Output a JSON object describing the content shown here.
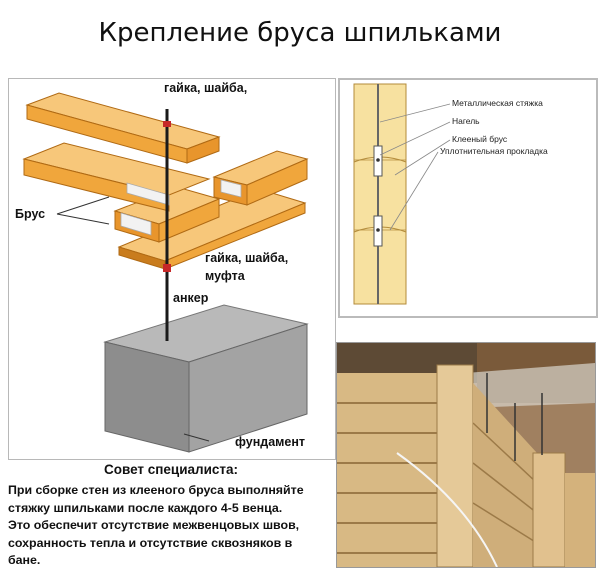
{
  "title": "Крепление бруса шпильками",
  "left_diagram": {
    "label_top": "гайка, шайба,",
    "label_beam": "Брус",
    "label_mid_1": "гайка, шайба,",
    "label_mid_2": "муфта",
    "label_anchor": "анкер",
    "label_foundation": "фундамент"
  },
  "right_diagram": {
    "labels": [
      "Металлическая стяжка",
      "Нагель",
      "Клееный брус",
      "Уплотнительная прокладка"
    ]
  },
  "advice": {
    "title": "Совет специалиста:",
    "lines": [
      "При сборке стен из клееного бруса выполняйте",
      "стяжку шпильками после каждого 4-5 венца.",
      "Это обеспечит отсутствие межвенцовых швов,",
      "сохранность тепла и отсутствие сквозняков в",
      "бане."
    ]
  },
  "colors": {
    "wood": "#f0a63c",
    "wood_light": "#f7c77a",
    "wood_dark": "#c97c1d",
    "insulation": "#f2f2f2",
    "concrete_top": "#b9b9b9",
    "concrete_front": "#8d8d8d",
    "concrete_side": "#a3a3a3",
    "panel_wood": "#f7e1a0"
  }
}
